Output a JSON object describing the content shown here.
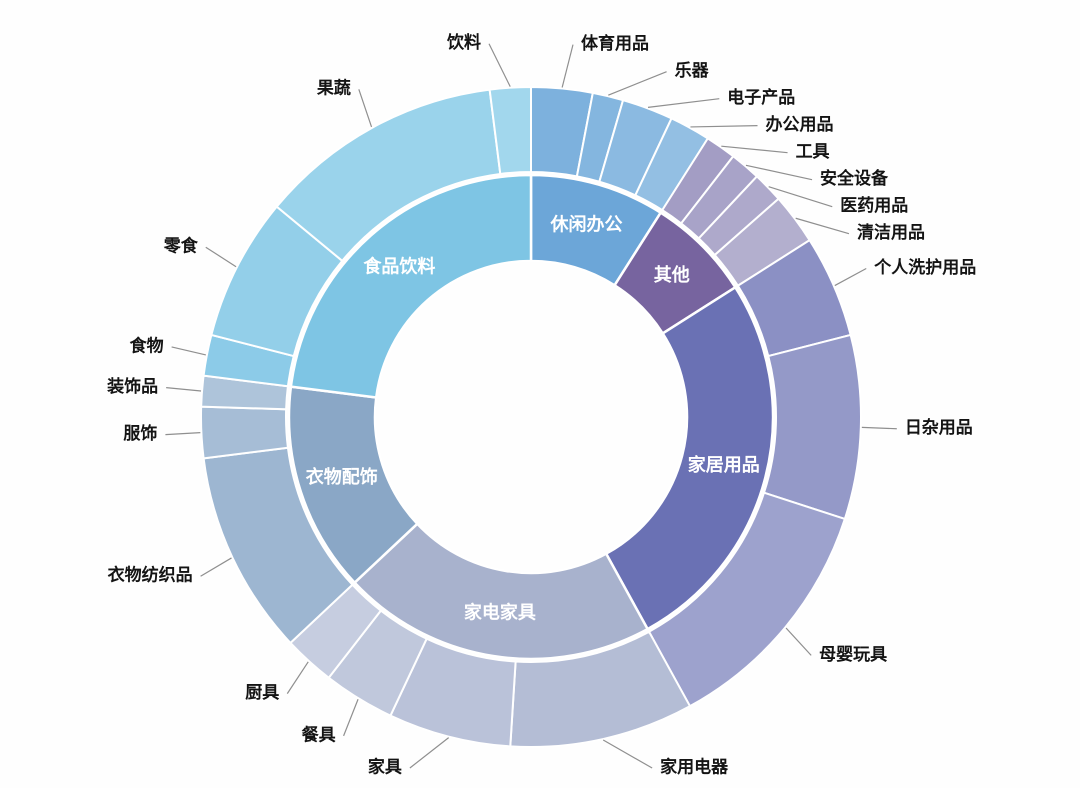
{
  "page": {
    "background": "#fefefe"
  },
  "chart_data": {
    "type": "sunburst",
    "title": "",
    "legend": "none",
    "rings": [
      "category",
      "subcategory"
    ],
    "units": "share_percent_estimated",
    "start_angle_deg": 0,
    "direction": "clockwise",
    "style": {
      "gap_color": "#ffffff",
      "leader_line_color": "#8f8f8f",
      "outer_label_color": "#141414",
      "inner_label_color": "#ffffff"
    },
    "segments": [
      {
        "label": "休闲办公",
        "value": 9,
        "color": "#6ca6d8",
        "children": [
          {
            "label": "体育用品",
            "value": 3,
            "color": "#7db1dd"
          },
          {
            "label": "乐器",
            "value": 1.5,
            "color": "#84b6df"
          },
          {
            "label": "电子产品",
            "value": 2.5,
            "color": "#8bbae1"
          },
          {
            "label": "办公用品",
            "value": 2,
            "color": "#93bfe3"
          }
        ]
      },
      {
        "label": "其他",
        "value": 7,
        "color": "#77649f",
        "children": [
          {
            "label": "工具",
            "value": 1.5,
            "color": "#a39dc4"
          },
          {
            "label": "安全设备",
            "value": 1.5,
            "color": "#a8a3c8"
          },
          {
            "label": "医药用品",
            "value": 1.5,
            "color": "#aea9cb"
          },
          {
            "label": "清洁用品",
            "value": 2.5,
            "color": "#b3afce"
          }
        ]
      },
      {
        "label": "家居用品",
        "value": 26,
        "color": "#6a71b4",
        "children": [
          {
            "label": "个人洗护用品",
            "value": 5,
            "color": "#8b90c4"
          },
          {
            "label": "日杂用品",
            "value": 9,
            "color": "#9499c8"
          },
          {
            "label": "母婴玩具",
            "value": 12,
            "color": "#9da2cd"
          }
        ]
      },
      {
        "label": "家电家具",
        "value": 21,
        "color": "#a8b2cd",
        "children": [
          {
            "label": "家用电器",
            "value": 9,
            "color": "#b4bdd5"
          },
          {
            "label": "家具",
            "value": 6,
            "color": "#bac2d9"
          },
          {
            "label": "餐具",
            "value": 3.5,
            "color": "#c0c8dc"
          },
          {
            "label": "厨具",
            "value": 2.5,
            "color": "#c6cde0"
          }
        ]
      },
      {
        "label": "衣物配饰",
        "value": 14,
        "color": "#8aa7c6",
        "children": [
          {
            "label": "衣物纺织品",
            "value": 10,
            "color": "#9db6d1"
          },
          {
            "label": "服饰",
            "value": 2.5,
            "color": "#a6bdd6"
          },
          {
            "label": "装饰品",
            "value": 1.5,
            "color": "#aec4da"
          }
        ]
      },
      {
        "label": "食品饮料",
        "value": 23,
        "color": "#7ec5e4",
        "children": [
          {
            "label": "食物",
            "value": 2,
            "color": "#8ccbe8"
          },
          {
            "label": "零食",
            "value": 7,
            "color": "#93cfe9"
          },
          {
            "label": "果蔬",
            "value": 12,
            "color": "#9ad3eb"
          },
          {
            "label": "饮料",
            "value": 2,
            "color": "#a2d7ed"
          }
        ]
      }
    ]
  }
}
